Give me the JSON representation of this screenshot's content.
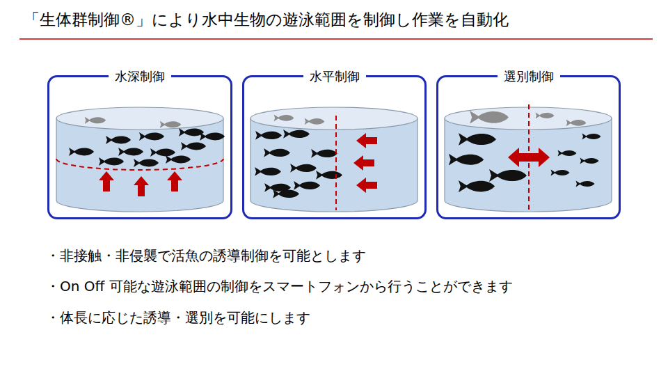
{
  "diagram": {
    "title": "「生体群制御®」により水中生物の遊泳範囲を制御し作業を自動化",
    "nodes": [
      {
        "text": [
          "水深制御"
        ]
      },
      {
        "text": [
          "水平制御"
        ]
      },
      {
        "text": [
          "選別制御"
        ]
      }
    ],
    "labels": [
      "・非接触・非侵襲で活魚の誘導制御を可能とします",
      "・On Off 可能な遊泳範囲の制御をスマートフォンから行うことができます",
      "・体長に応じた誘導・選別を可能にします"
    ]
  }
}
